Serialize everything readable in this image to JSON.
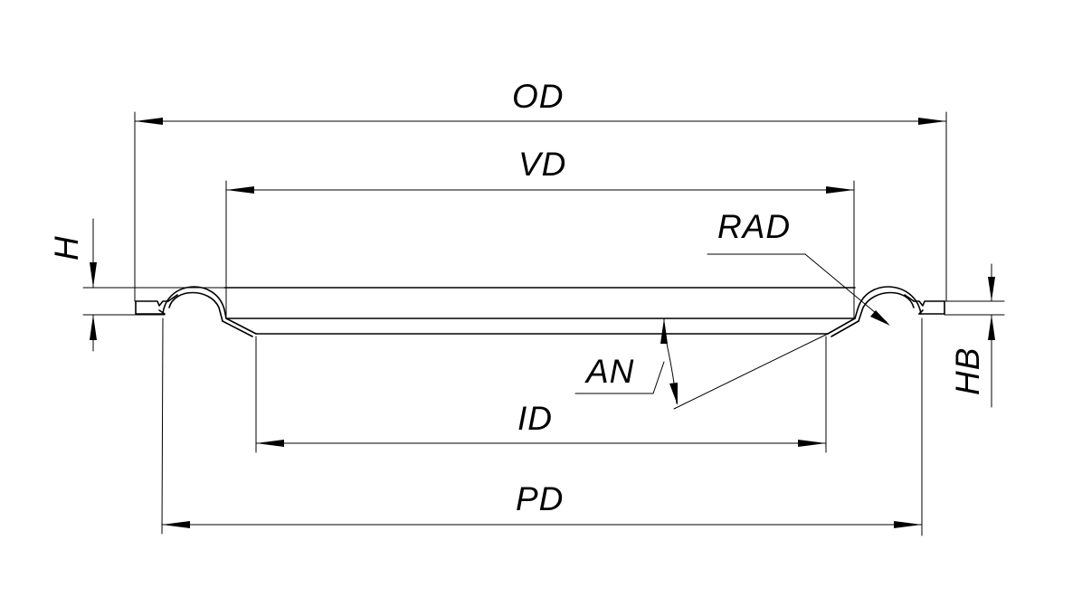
{
  "labels": {
    "od": "OD",
    "vd": "VD",
    "rad": "RAD",
    "h": "H",
    "an": "AN",
    "id": "ID",
    "hb": "HB",
    "pd": "PD"
  },
  "colors": {
    "line": "#000000",
    "background": "#ffffff"
  }
}
